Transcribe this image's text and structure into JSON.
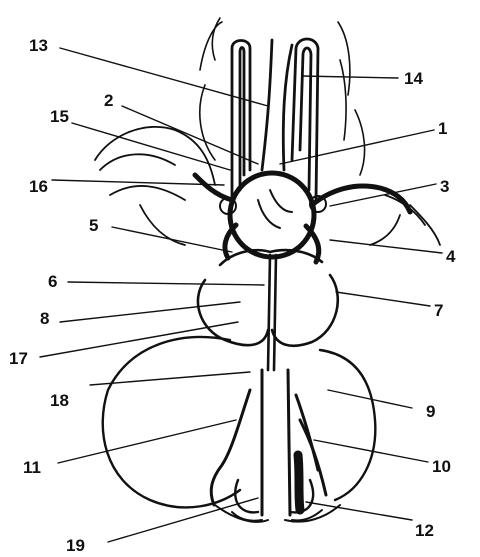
{
  "diagram": {
    "labels": {
      "l1": "1",
      "l2": "2",
      "l3": "3",
      "l4": "4",
      "l5": "5",
      "l6": "6",
      "l7": "7",
      "l8": "8",
      "l9": "9",
      "l10": "10",
      "l11": "11",
      "l12": "12",
      "l13": "13",
      "l14": "14",
      "l15": "15",
      "l16": "16",
      "l17": "17",
      "l18": "18",
      "l19": "19"
    },
    "colors": {
      "ink": "#111111",
      "background": "#ffffff"
    }
  }
}
